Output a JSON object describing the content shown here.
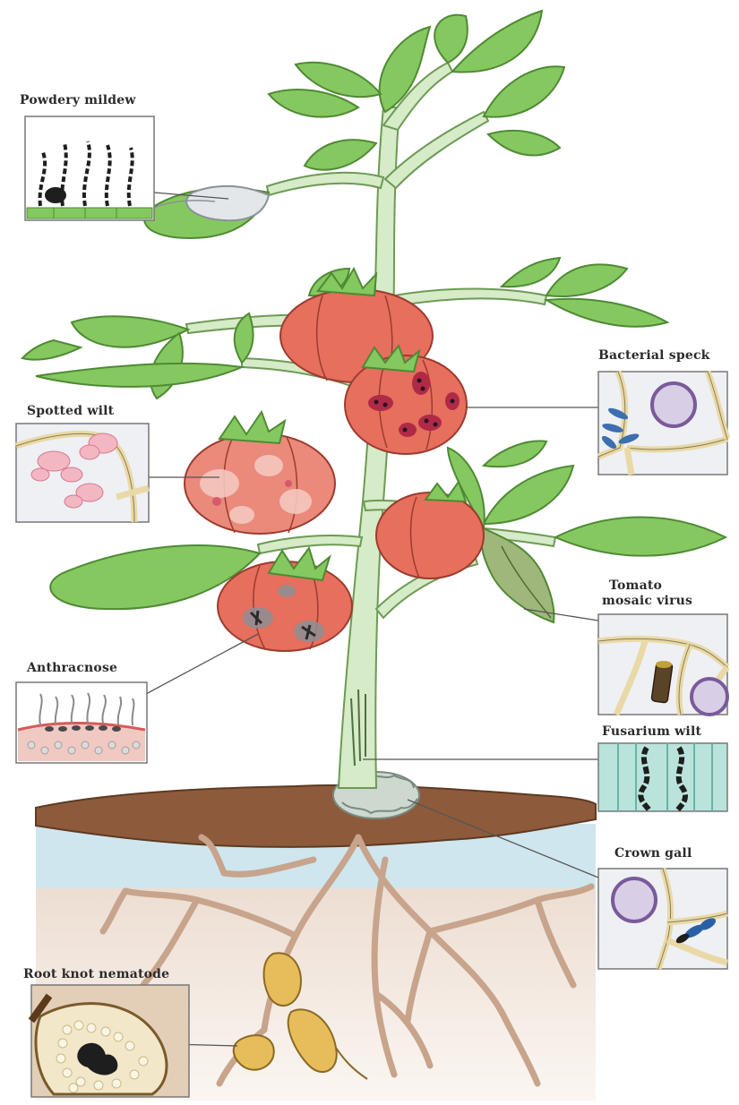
{
  "labels": {
    "powdery_mildew": "Powdery mildew",
    "bacterial_speck": "Bacterial speck",
    "spotted_wilt": "Spotted wilt",
    "tomato_mosaic_virus_1": "Tomato",
    "tomato_mosaic_virus_2": "mosaic virus",
    "anthracnose": "Anthracnose",
    "fusarium_wilt": "Fusarium wilt",
    "crown_gall": "Crown gall",
    "root_knot_nematode": "Root knot nematode"
  },
  "colors": {
    "leaf": "#86c860",
    "leaf_dark": "#4f8a34",
    "stem": "#d6ebc7",
    "fruit": "#e66f5d",
    "soil": "#8d5b3c",
    "root": "#c9a890",
    "nematode": "#e6bd5a",
    "water": "#cfe6ef",
    "cell_wall": "#e9d9a6"
  }
}
